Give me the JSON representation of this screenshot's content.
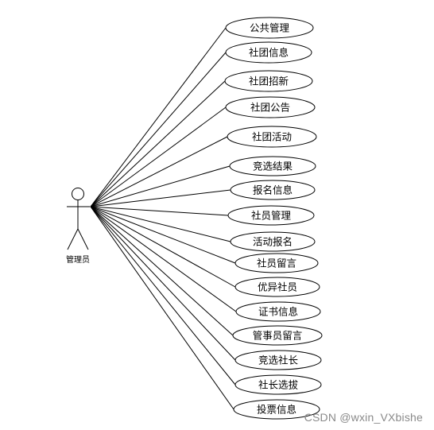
{
  "actor": {
    "label": "管理员"
  },
  "use_cases": [
    {
      "label": "公共管理"
    },
    {
      "label": "社团信息"
    },
    {
      "label": "社团招新"
    },
    {
      "label": "社团公告"
    },
    {
      "label": "社团活动"
    },
    {
      "label": "竞选结果"
    },
    {
      "label": "报名信息"
    },
    {
      "label": "社员管理"
    },
    {
      "label": "活动报名"
    },
    {
      "label": "社员留言"
    },
    {
      "label": "优异社员"
    },
    {
      "label": "证书信息"
    },
    {
      "label": "管事员留言"
    },
    {
      "label": "竞选社长"
    },
    {
      "label": "社长选拔"
    },
    {
      "label": "投票信息"
    }
  ],
  "watermark": "CSDN @wxin_VXbishe"
}
